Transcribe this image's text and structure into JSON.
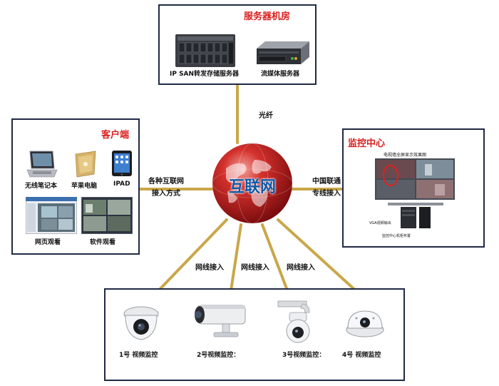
{
  "server_room": {
    "title": "服务器机房",
    "devices": [
      {
        "label": "IP SAN转发存储服务器",
        "icon": "storage-server-icon"
      },
      {
        "label": "流媒体服务器",
        "icon": "rack-server-icon"
      }
    ]
  },
  "client": {
    "title": "客户端",
    "devices": [
      {
        "label": "无线笔记本",
        "icon": "laptop-icon"
      },
      {
        "label": "苹果电脑",
        "icon": "apple-computer-icon"
      },
      {
        "label": "IPAD",
        "icon": "ipad-icon"
      },
      {
        "label": "网页观看",
        "icon": "web-view-icon"
      },
      {
        "label": "软件观看",
        "icon": "software-view-icon"
      }
    ]
  },
  "monitor_center": {
    "title": "监控中心",
    "caption": "电视墙全屏显示效果图",
    "small_label_1": "VGA视频输出",
    "small_label_2": "监控中心机柜布置"
  },
  "internet": {
    "label": "互联网"
  },
  "edges": {
    "fiber": "光纤",
    "client_line1": "各种互联网",
    "client_line2": "接入方式",
    "center_line1": "中国联通",
    "center_line2": "专线接入",
    "cable": "网线接入"
  },
  "cameras": [
    {
      "label": "1号 视频监控",
      "icon": "dome-camera-icon"
    },
    {
      "label": "2号视频监控：",
      "icon": "bullet-camera-icon"
    },
    {
      "label": "3号视频监控：",
      "icon": "ptz-camera-icon"
    },
    {
      "label": "4号 视频监控",
      "icon": "fisheye-camera-icon"
    }
  ],
  "colors": {
    "title_red": "#d8201f",
    "border": "#1f2a44",
    "wire": "#c9a74a",
    "globe": "#b8191c"
  }
}
